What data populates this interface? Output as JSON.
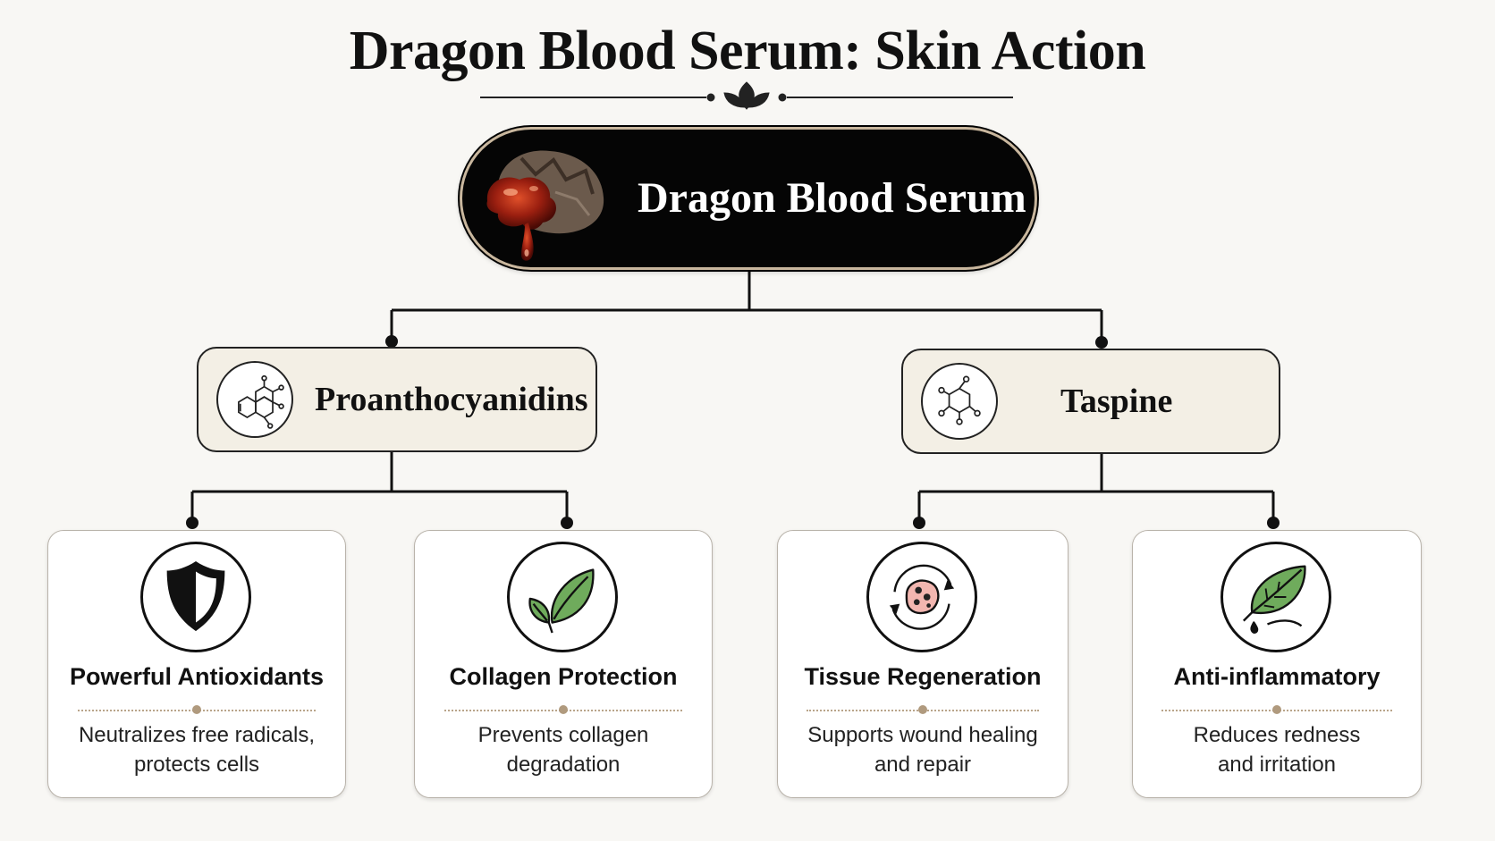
{
  "title": "Dragon Blood Serum: Skin Action",
  "root": {
    "label": "Dragon Blood Serum",
    "image": "dragon-blood-resin-image"
  },
  "compounds": [
    {
      "label": "Proanthocyanidins",
      "icon": "molecule-icon"
    },
    {
      "label": "Taspine",
      "icon": "molecule-icon"
    }
  ],
  "effects": [
    {
      "title": "Powerful Antioxidants",
      "desc": [
        "Neutralizes free radicals,",
        "protects cells"
      ],
      "icon": "shield-icon"
    },
    {
      "title": "Collagen Protection",
      "desc": [
        "Prevents collagen",
        "degradation"
      ],
      "icon": "leaves-icon"
    },
    {
      "title": "Tissue Regeneration",
      "desc": [
        "Supports wound healing",
        "and repair"
      ],
      "icon": "cell-regeneration-icon"
    },
    {
      "title": "Anti-inflammatory",
      "desc": [
        "Reduces redness",
        "and irritation"
      ],
      "icon": "leaf-drop-icon"
    }
  ],
  "colors": {
    "accent_tan": "#b09a7e",
    "compound_bg": "#f3efe5",
    "root_bg": "#050505",
    "leaf_green": "#6fab5c",
    "cell_pink": "#f2b6b0"
  }
}
